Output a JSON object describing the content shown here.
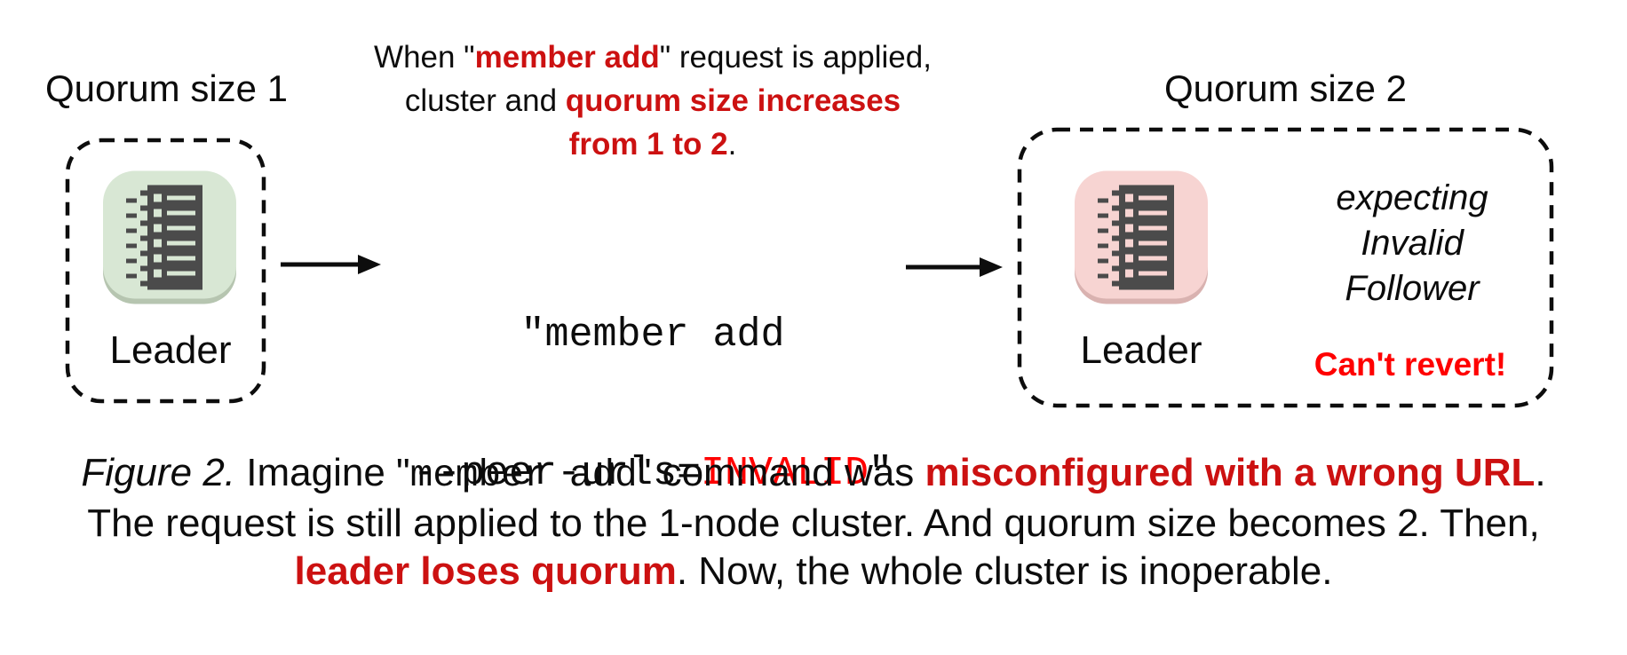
{
  "colors": {
    "red_bold": "#cc1111",
    "red_bright": "#ff0000",
    "icon_dark": "#4b4b4b",
    "green_bg": "#d8e7d4",
    "green_shadow": "#b6c5b0",
    "pink_bg": "#f7d4d2",
    "pink_shadow": "#d9b2b0",
    "line_black": "#0d0d0d"
  },
  "left_cluster": {
    "title": "Quorum size 1",
    "node_label": "Leader",
    "icon": "ledger-icon"
  },
  "annotation": {
    "line1_pre": "When \"",
    "line1_red": "member add",
    "line1_post": "\" request is applied,",
    "line2_pre": "cluster and ",
    "line2_red": "quorum size increases",
    "line3_red": "from 1 to 2",
    "line3_post": "."
  },
  "command": {
    "line1": "\"member add",
    "line2_pre": "--peer-urls=",
    "line2_red": "INVALID",
    "line2_post": "\""
  },
  "right_cluster": {
    "title": "Quorum size 2",
    "node_label": "Leader",
    "expecting_lines": [
      "expecting",
      "Invalid",
      "Follower"
    ],
    "warning": "Can't revert!"
  },
  "caption": {
    "line1_figure": "Figure 2.",
    "line1_a": " Imagine \"",
    "line1_mono": "member add",
    "line1_b": "\" command was ",
    "line1_red": "misconfigured with a wrong URL",
    "line1_c": ".",
    "line2": "The request is still applied to the 1-node cluster. And quorum size becomes 2. Then,",
    "line3_red": "leader loses quorum",
    "line3_a": ". Now, the whole cluster is inoperable."
  }
}
